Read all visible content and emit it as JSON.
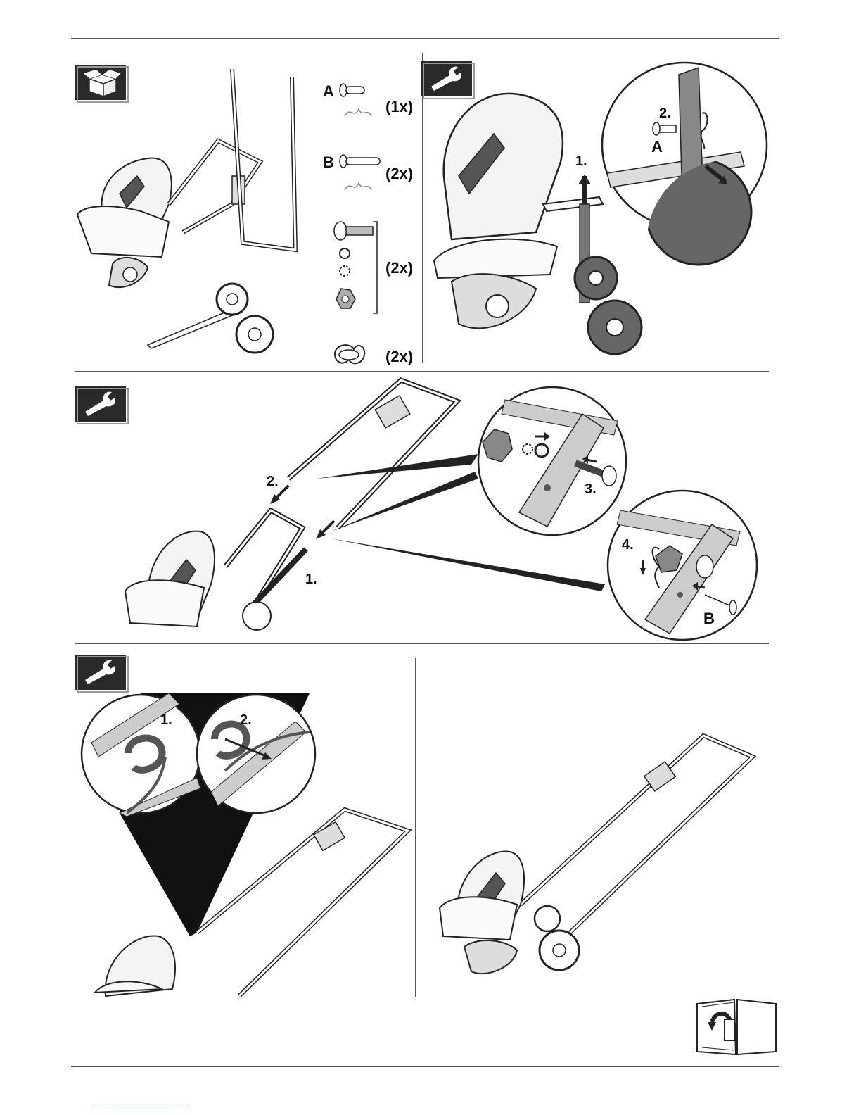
{
  "panel1": {
    "parts": [
      {
        "letter": "A",
        "qty": "(1x)"
      },
      {
        "letter": "B",
        "qty": "(2x)"
      },
      {
        "letter": "",
        "qty": "(2x)"
      },
      {
        "letter": "",
        "qty": "(2x)"
      }
    ],
    "icon": "box-icon"
  },
  "panel2": {
    "icon": "wrench-icon",
    "steps": [
      "1.",
      "2."
    ],
    "part": "A"
  },
  "panel3": {
    "icon": "wrench-icon",
    "steps": [
      "1.",
      "2.",
      "3.",
      "4."
    ],
    "part": "B"
  },
  "panel4": {
    "icon": "wrench-icon",
    "steps": [
      "1.",
      "2."
    ]
  },
  "footer": {
    "icon": "manual-book-icon"
  }
}
